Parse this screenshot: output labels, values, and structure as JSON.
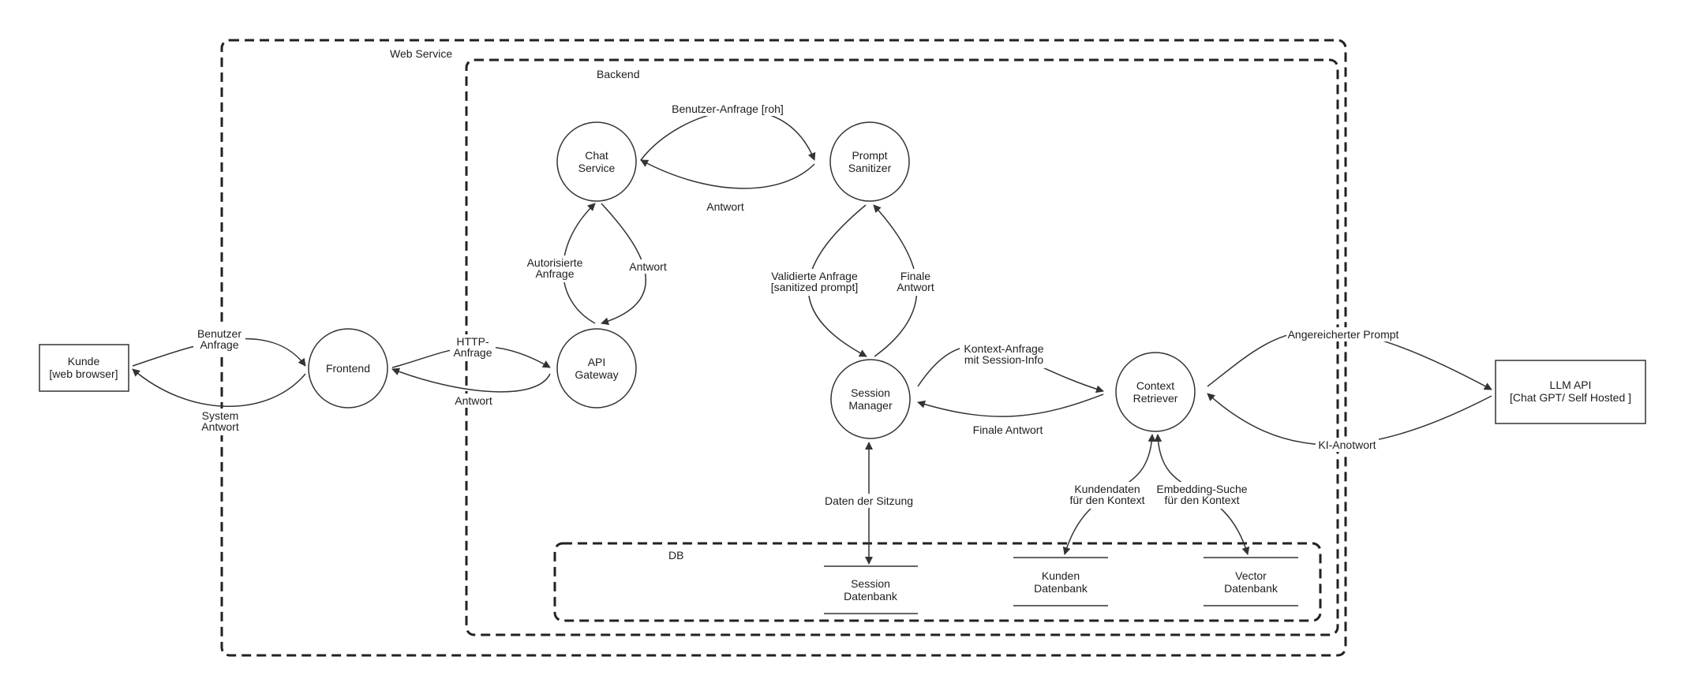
{
  "boundaries": {
    "web_service": "Web Service",
    "backend": "Backend",
    "db": "DB"
  },
  "entities": {
    "kunde": [
      "Kunde",
      "[web browser]"
    ],
    "llm_api": [
      "LLM API",
      "[Chat GPT/ Self Hosted ]"
    ]
  },
  "processes": {
    "frontend": [
      "Frontend"
    ],
    "api_gateway": [
      "API",
      "Gateway"
    ],
    "chat_service": [
      "Chat",
      "Service"
    ],
    "prompt_sanitizer": [
      "Prompt",
      "Sanitizer"
    ],
    "session_manager": [
      "Session",
      "Manager"
    ],
    "context_retriever": [
      "Context",
      "Retriever"
    ]
  },
  "stores": {
    "session_db": [
      "Session",
      "Datenbank"
    ],
    "kunden_db": [
      "Kunden",
      "Datenbank"
    ],
    "vector_db": [
      "Vector",
      "Datenbank"
    ]
  },
  "flows": {
    "kunde_frontend": [
      "Benutzer",
      "Anfrage"
    ],
    "frontend_kunde": [
      "System",
      "Antwort"
    ],
    "frontend_gateway": [
      "HTTP-",
      "Anfrage"
    ],
    "gateway_frontend": [
      "Antwort"
    ],
    "gateway_chat": [
      "Autorisierte",
      "Anfrage"
    ],
    "chat_gateway": [
      "Antwort"
    ],
    "chat_sanitizer": [
      "Benutzer-Anfrage [roh]"
    ],
    "sanitizer_chat": [
      "Antwort"
    ],
    "sanitizer_session": [
      "Validierte Anfrage",
      "[sanitized prompt]"
    ],
    "session_sanitizer": [
      "Finale",
      "Antwort"
    ],
    "session_context": [
      "Kontext-Anfrage",
      "mit Session-Info"
    ],
    "context_session": [
      "Finale Antwort"
    ],
    "session_db": [
      "Daten der Sitzung"
    ],
    "context_kunden": [
      "Kundendaten",
      "für den Kontext"
    ],
    "context_vector": [
      "Embedding-Suche",
      "für den Kontext"
    ],
    "context_llm": [
      "Angereicherter Prompt"
    ],
    "llm_context": [
      "KI-Anotwort"
    ]
  }
}
